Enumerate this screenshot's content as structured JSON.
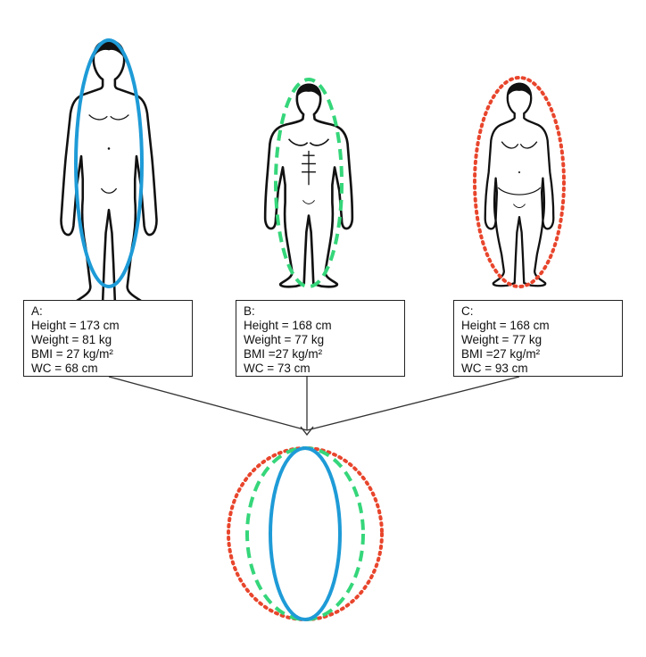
{
  "colors": {
    "a_outline": "#1e9bd7",
    "b_outline": "#35d67a",
    "c_outline": "#e8452c",
    "ink": "#111111"
  },
  "figures": [
    {
      "id": "A",
      "label": "A:",
      "height": "Height = 173 cm",
      "weight": "Weight = 81 kg",
      "bmi": "BMI = 27 kg/m²",
      "wc": "WC = 68 cm",
      "outline_style": "solid"
    },
    {
      "id": "B",
      "label": "B:",
      "height": "Height = 168 cm",
      "weight": "Weight = 77 kg",
      "bmi": "BMI =27 kg/m²",
      "wc": "WC = 73 cm",
      "outline_style": "dashed"
    },
    {
      "id": "C",
      "label": "C:",
      "height": "Height = 168 cm",
      "weight": "Weight = 77 kg",
      "bmi": "BMI =27 kg/m²",
      "wc": "WC = 93 cm",
      "outline_style": "dotted"
    }
  ]
}
